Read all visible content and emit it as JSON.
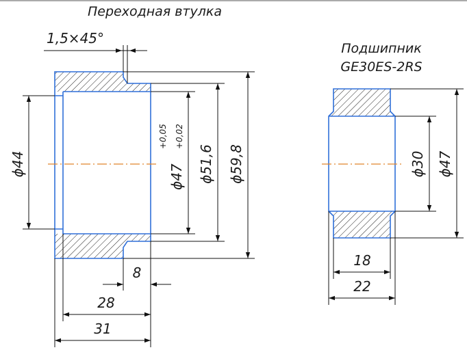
{
  "colors": {
    "outline": "#2f6fd8",
    "dimension_lines": "#111111",
    "centerline": "#e0842a",
    "background": "#ffffff"
  },
  "bushing": {
    "title": "Переходная втулка",
    "chamfer": "1,5×45°",
    "dims": {
      "d44": "ϕ44",
      "d47": "ϕ47",
      "tol_upper": "+0,05",
      "tol_lower": "+0,02",
      "d51_6": "ϕ51,6",
      "d59_8": "ϕ59,8",
      "len8": "8",
      "len28": "28",
      "len31": "31"
    }
  },
  "bearing": {
    "title_line1": "Подшипник",
    "title_line2": "GE30ES-2RS",
    "dims": {
      "d30": "ϕ30",
      "d47": "ϕ47",
      "len18": "18",
      "len22": "22"
    }
  }
}
